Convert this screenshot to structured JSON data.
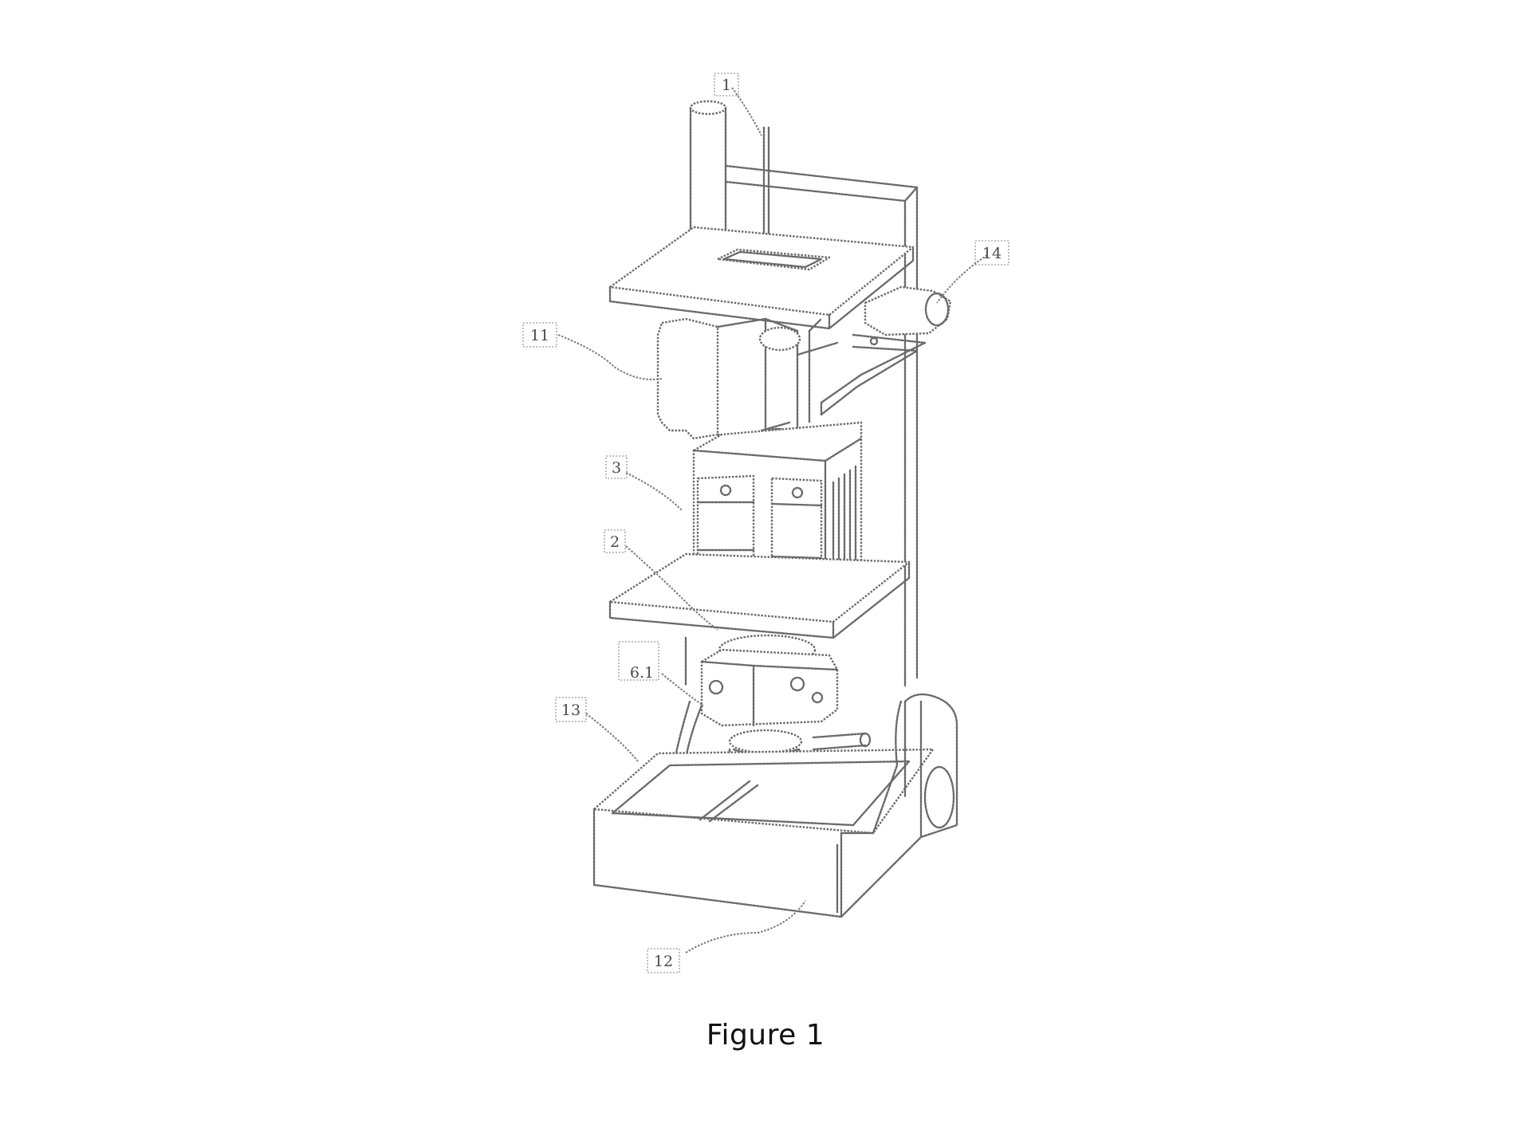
{
  "caption": "Figure 1",
  "reference_numerals": {
    "n1": "1",
    "n14": "14",
    "n11": "11",
    "n3": "3",
    "n2": "2",
    "n6_1": "6.1",
    "n13": "13",
    "n12": "12"
  }
}
